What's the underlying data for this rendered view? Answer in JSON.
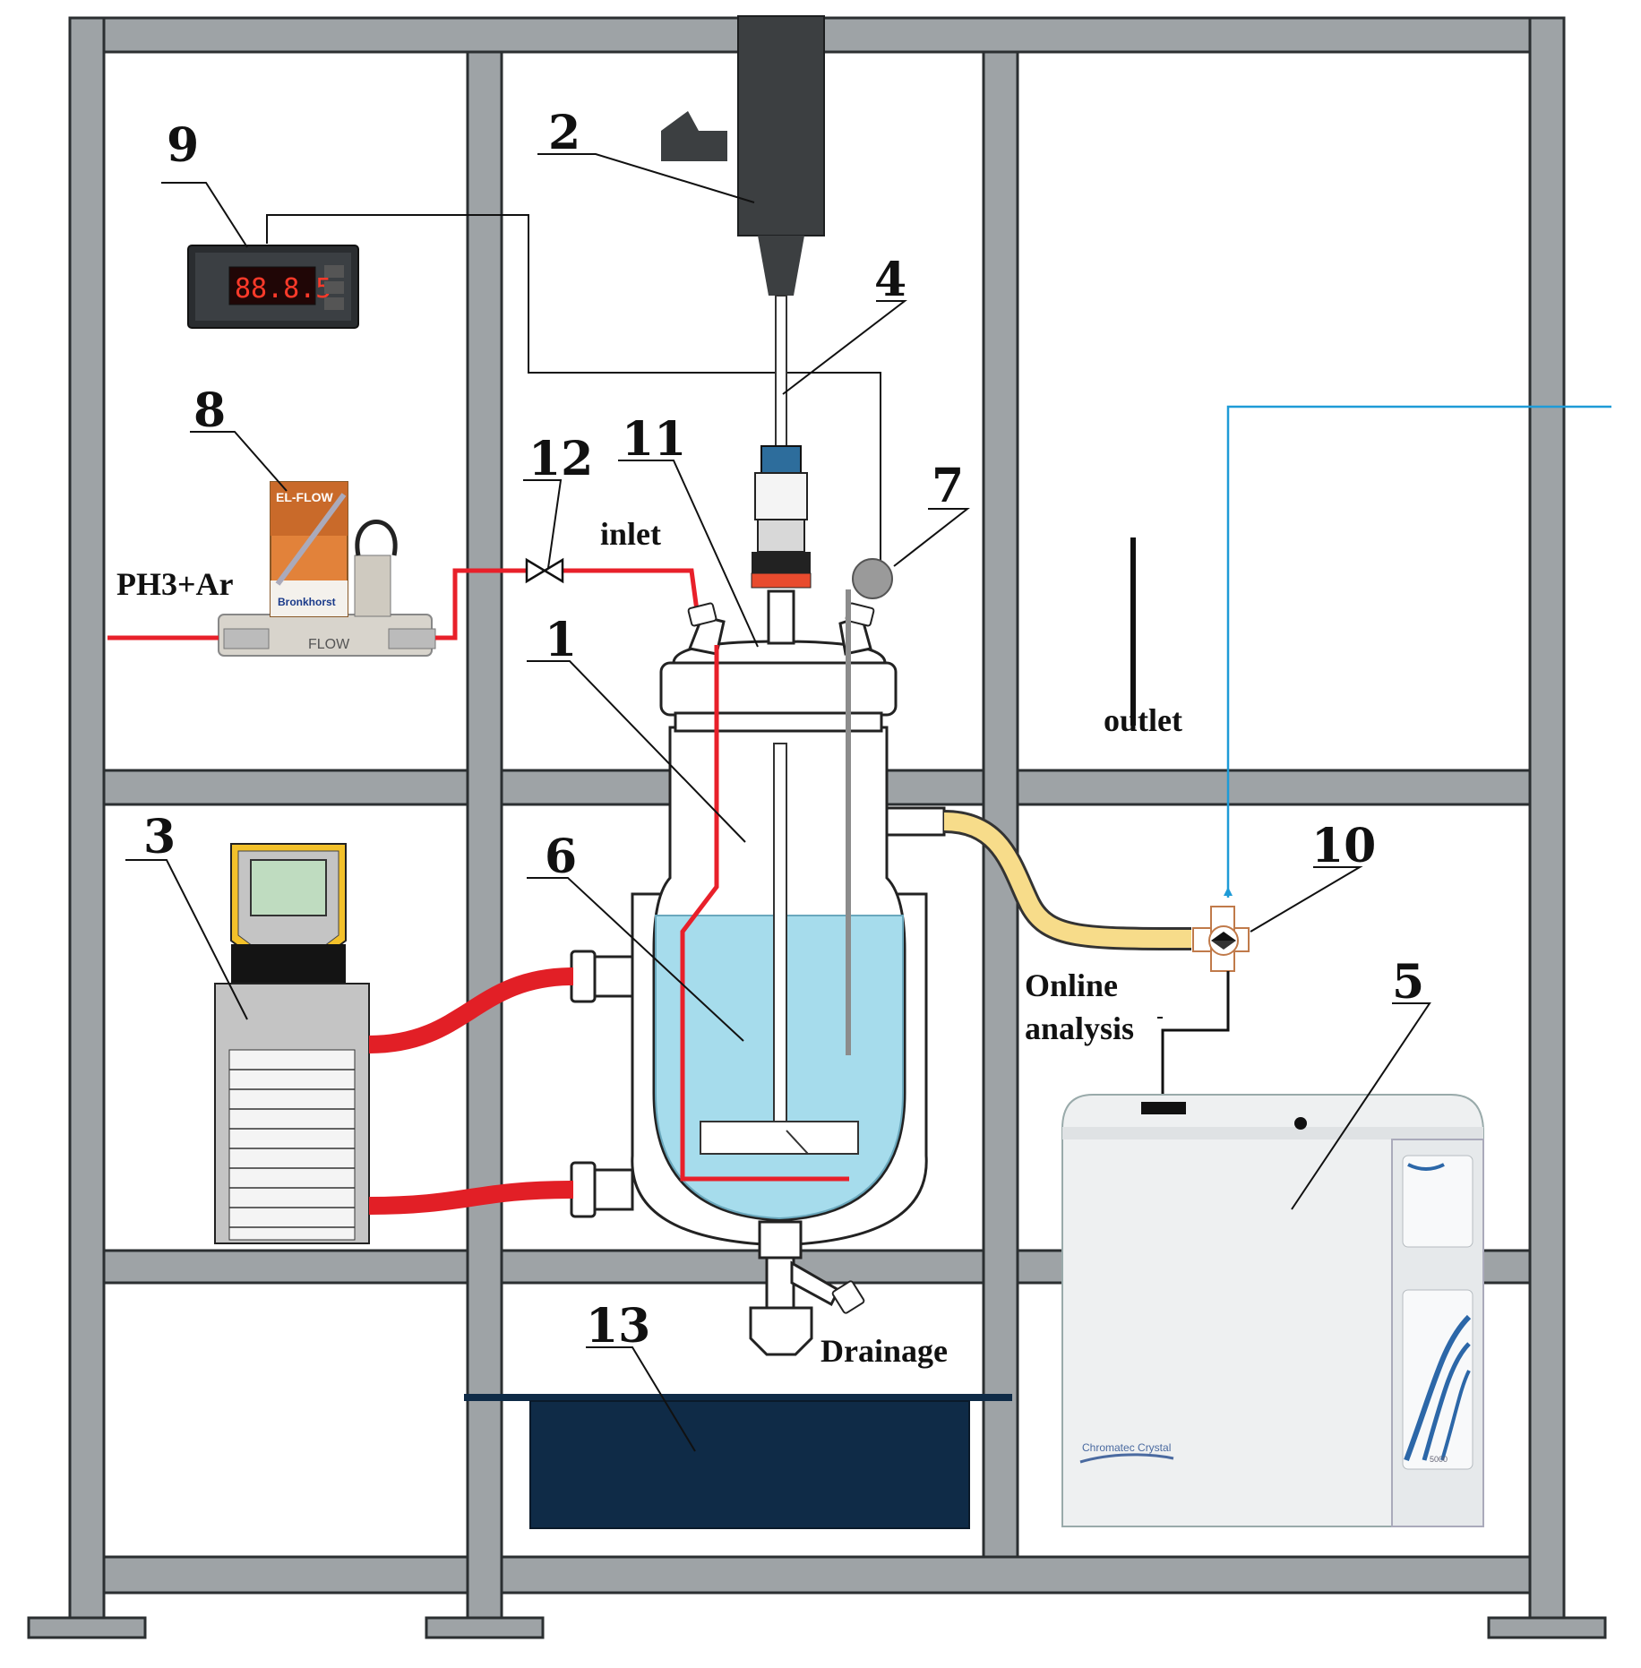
{
  "labels": {
    "n1": "1",
    "n2": "2",
    "n3": "3",
    "n4": "4",
    "n5": "5",
    "n6": "6",
    "n7": "7",
    "n8": "8",
    "n9": "9",
    "n10": "10",
    "n11": "11",
    "n12": "12",
    "n13": "13",
    "gas": "PH3+Ar",
    "inlet": "inlet",
    "outlet": "outlet",
    "online_1": "Online",
    "online_2": "analysis",
    "drainage": "Drainage"
  },
  "device_text": {
    "display_digits": "88.8.5",
    "mfc_brand": "EL-FLOW",
    "mfc_maker": "Bronkhorst",
    "flow_mark": "FLOW",
    "gc_name": "Chromatec Crystal",
    "gc_model": "5000"
  },
  "colors": {
    "frame": "#9ea3a6",
    "gas_line": "#e8202a",
    "liquid": "#a6dcec",
    "coolant_hose": "#e21f26",
    "outlet_hose": "#f7dc8a",
    "online_line": "#1e9bd7",
    "tray": "#0f2b47",
    "thermostat_bezel": "#f3c12a"
  }
}
